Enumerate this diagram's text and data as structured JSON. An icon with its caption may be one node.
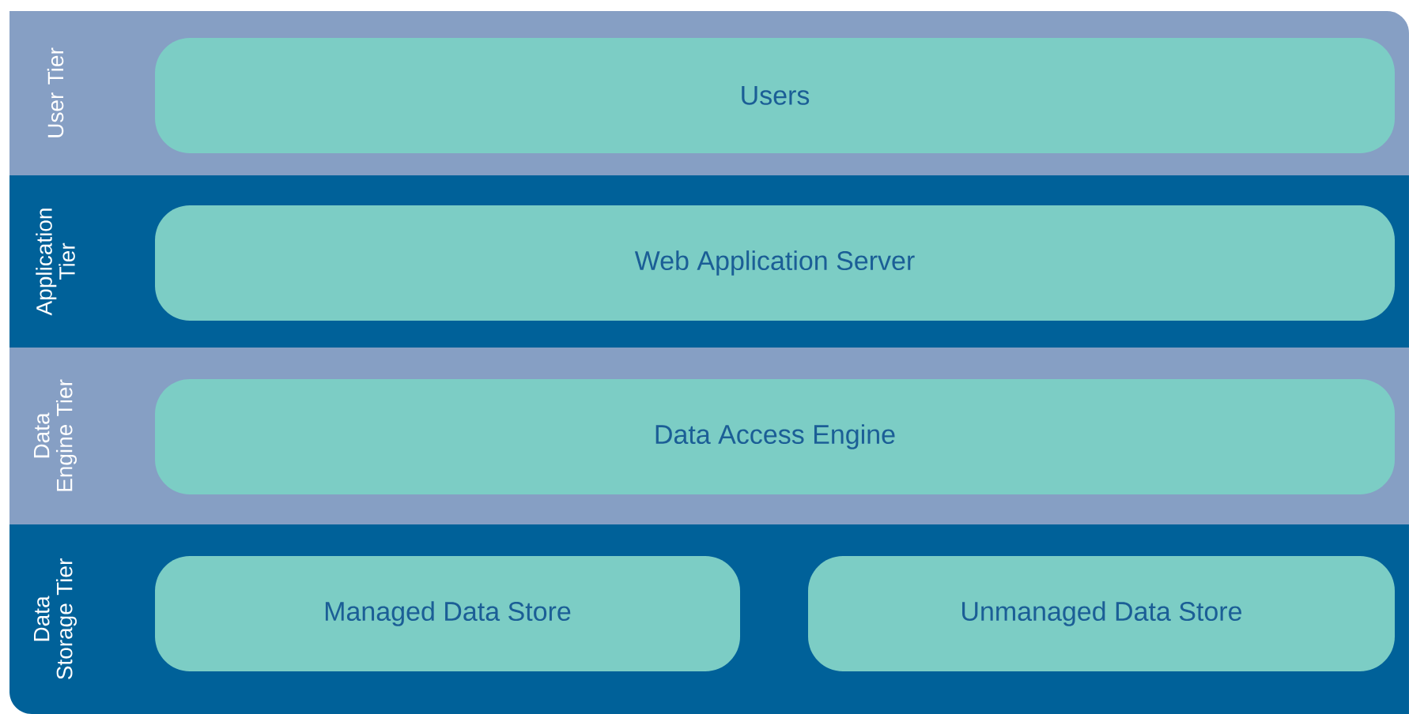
{
  "diagram": {
    "nodes": [
      {
        "text": [
          "User Tier"
        ]
      },
      {
        "text": [
          "Users"
        ],
        "in": 0
      },
      {
        "text": [
          "Application Tier"
        ]
      },
      {
        "text": [
          "Web Application Server"
        ],
        "in": 2
      },
      {
        "text": [
          "Data Engine Tier"
        ]
      },
      {
        "text": [
          "Data Access Engine"
        ],
        "in": 4
      },
      {
        "text": [
          "Data Storage Tier"
        ]
      },
      {
        "text": [
          "Managed Data Store"
        ],
        "in": 6
      },
      {
        "text": [
          "Unmanaged Data Store"
        ],
        "in": 6
      }
    ]
  }
}
